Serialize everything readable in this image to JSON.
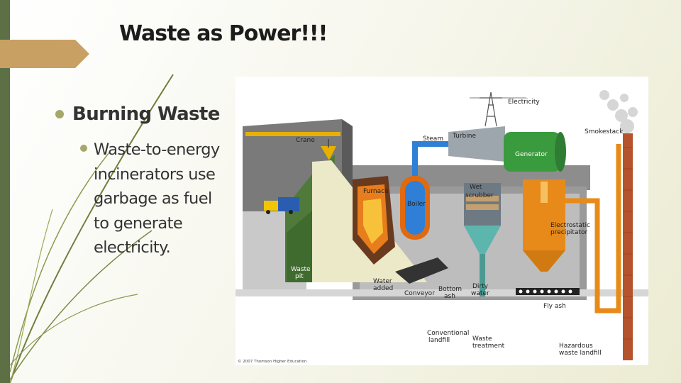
{
  "slide": {
    "title": "Waste as Power!!!",
    "bullet_1": "Burning Waste",
    "bullet_2": "Waste-to-energy incinerators use garbage as fuel to generate electricity."
  },
  "diagram": {
    "labels": {
      "electricity": "Electricity",
      "smokestack": "Smokestack",
      "steam": "Steam",
      "turbine": "Turbine",
      "crane": "Crane",
      "generator": "Generator",
      "furnace": "Furnace",
      "wet_scrubber_1": "Wet",
      "wet_scrubber_2": "scrubber",
      "boiler": "Boiler",
      "electrostatic_1": "Electrostatic",
      "electrostatic_2": "precipitator",
      "waste_pit_1": "Waste",
      "waste_pit_2": "pit",
      "water_added_1": "Water",
      "water_added_2": "added",
      "conveyor": "Conveyor",
      "bottom_ash_1": "Bottom",
      "bottom_ash_2": "ash",
      "dirty_water_1": "Dirty",
      "dirty_water_2": "water",
      "fly_ash": "Fly ash",
      "landfill_1": "Conventional",
      "landfill_2": "landfill",
      "waste_treatment_1": "Waste",
      "waste_treatment_2": "treatment",
      "hazardous_1": "Hazardous",
      "hazardous_2": "waste landfill",
      "copyright": "© 2007 Thomson Higher Education"
    }
  },
  "colors": {
    "accent_bar": "#5d6f44",
    "title_tab": "#c9a063",
    "bullet": "#a6a86a"
  }
}
